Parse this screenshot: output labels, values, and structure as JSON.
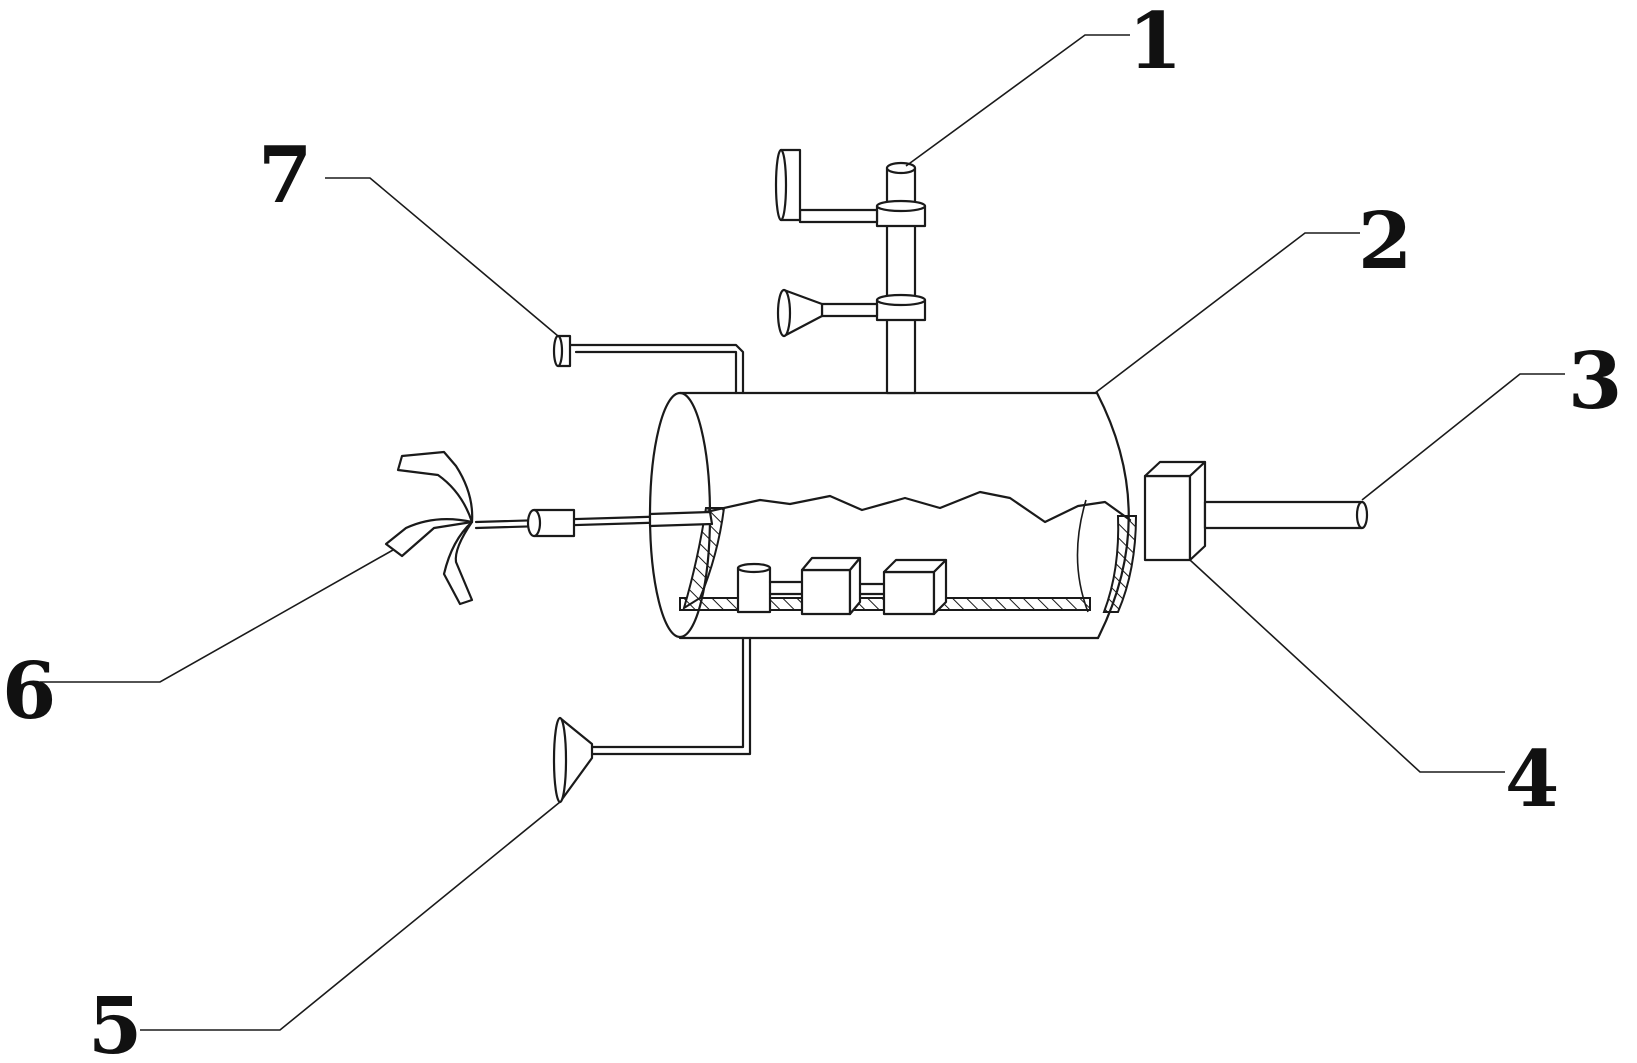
{
  "figure": {
    "callouts": [
      {
        "id": "1",
        "label": "1"
      },
      {
        "id": "2",
        "label": "2"
      },
      {
        "id": "3",
        "label": "3"
      },
      {
        "id": "4",
        "label": "4"
      },
      {
        "id": "5",
        "label": "5"
      },
      {
        "id": "6",
        "label": "6"
      },
      {
        "id": "7",
        "label": "7"
      }
    ],
    "line_color": "#1a1a1a",
    "background": "#ffffff"
  }
}
